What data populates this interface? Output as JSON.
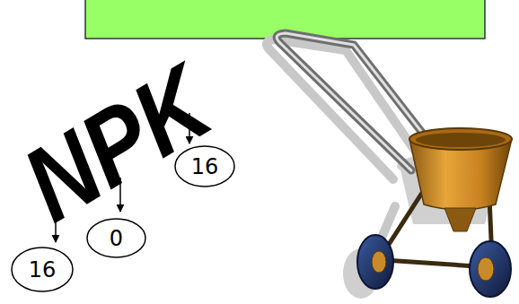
{
  "diagram": {
    "nodes": [
      {
        "text": [
          "16"
        ]
      },
      {
        "text": [
          "0"
        ]
      },
      {
        "text": [
          "16"
        ]
      }
    ],
    "labels": [
      "NPK"
    ]
  }
}
